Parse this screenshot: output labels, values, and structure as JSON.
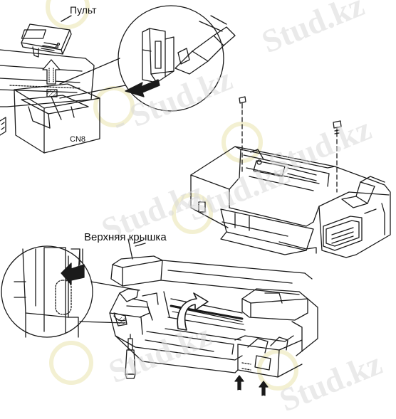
{
  "labels": {
    "remote": "Пульт",
    "connector": "CN8",
    "top_cover": "Верхняя крышка"
  },
  "watermark": {
    "text": "Stud.kz",
    "text_with_dash": "- Stud.kz"
  },
  "colors": {
    "ink": "#1a1a1a",
    "paper": "#ffffff",
    "watermark_text": "#d9d9d9",
    "watermark_logo": "#e8e2a6"
  },
  "icons": [
    "arrow-up-icon",
    "arrow-right-icon",
    "screw-icon",
    "hummingbird-logo-icon"
  ]
}
